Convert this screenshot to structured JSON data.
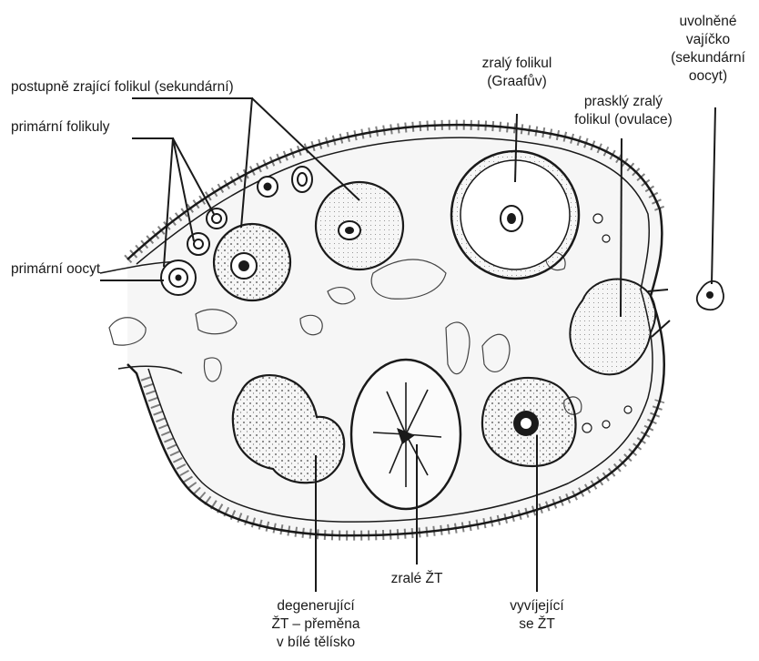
{
  "labels": {
    "postupne": "postupně zrající folikul (sekundární)",
    "primarni_folikuly": "primární folikuly",
    "primarni_oocyt": "primární oocyt",
    "zraly_folikul": [
      "zralý folikul",
      "(Graafův)"
    ],
    "praskly": [
      "prasklý zralý",
      "folikul (ovulace)"
    ],
    "uvolnene": [
      "uvolněné",
      "vajíčko",
      "(sekundární",
      "oocyt)"
    ],
    "degenerujici": [
      "degenerující",
      "ŽT – přeměna",
      "v bílé tělísko"
    ],
    "zrale_zt": "zralé ŽT",
    "vyvijejici": [
      "vyvíjející",
      "se ŽT"
    ]
  },
  "colors": {
    "ink": "#1a1a1a",
    "paper": "#ffffff",
    "stroma": "#f3f3f3"
  }
}
